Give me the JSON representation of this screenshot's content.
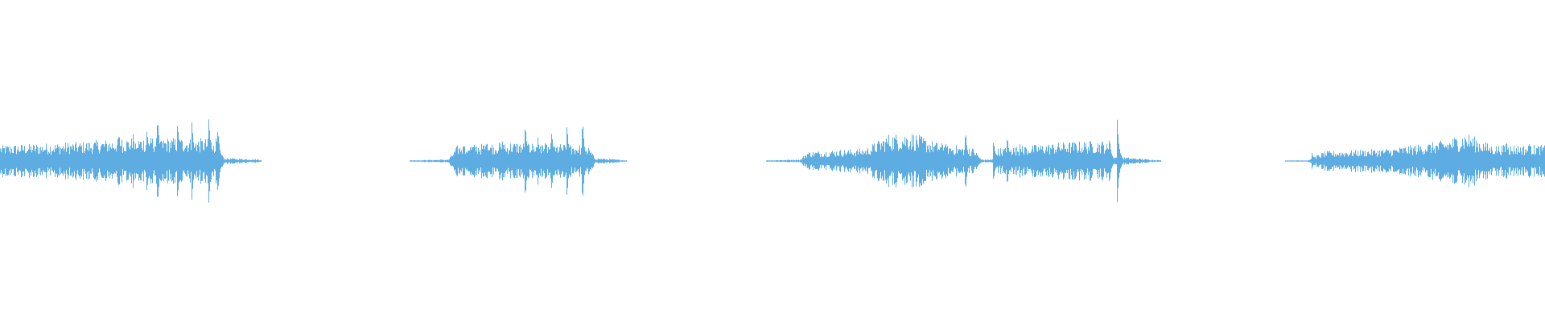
{
  "chart_data": {
    "type": "waveform",
    "color": "#5dade2",
    "background": "#ffffff",
    "axes_visible": false,
    "grid": false,
    "x_range": [
      0,
      1
    ],
    "y_range": [
      -1,
      1
    ],
    "segments": [
      {
        "start": 0.0,
        "end": 0.169,
        "envelope": [
          [
            0.0,
            0.1
          ],
          [
            0.05,
            0.12
          ],
          [
            0.09,
            0.15
          ],
          [
            0.14,
            0.14
          ],
          [
            0.145,
            0.02
          ],
          [
            0.169,
            0.01
          ]
        ],
        "spikes": [
          [
            0.077,
            0.16
          ],
          [
            0.086,
            0.17
          ],
          [
            0.095,
            0.2
          ],
          [
            0.102,
            0.26
          ],
          [
            0.115,
            0.22
          ],
          [
            0.124,
            0.27
          ],
          [
            0.135,
            0.28
          ],
          [
            0.141,
            0.18
          ]
        ]
      },
      {
        "start": 0.265,
        "end": 0.405,
        "envelope": [
          [
            0.265,
            0.005
          ],
          [
            0.29,
            0.01
          ],
          [
            0.296,
            0.1
          ],
          [
            0.33,
            0.12
          ],
          [
            0.38,
            0.1
          ],
          [
            0.385,
            0.02
          ],
          [
            0.405,
            0.005
          ]
        ],
        "spikes": [
          [
            0.3,
            0.1
          ],
          [
            0.315,
            0.12
          ],
          [
            0.325,
            0.14
          ],
          [
            0.34,
            0.2
          ],
          [
            0.348,
            0.16
          ],
          [
            0.357,
            0.17
          ],
          [
            0.367,
            0.21
          ],
          [
            0.377,
            0.23
          ]
        ]
      },
      {
        "start": 0.496,
        "end": 0.751,
        "envelope": [
          [
            0.496,
            0.005
          ],
          [
            0.518,
            0.01
          ],
          [
            0.522,
            0.06
          ],
          [
            0.56,
            0.08
          ],
          [
            0.575,
            0.17
          ],
          [
            0.59,
            0.18
          ],
          [
            0.605,
            0.12
          ],
          [
            0.63,
            0.08
          ],
          [
            0.635,
            0.01
          ],
          [
            0.642,
            0.01
          ],
          [
            0.645,
            0.08
          ],
          [
            0.69,
            0.12
          ],
          [
            0.715,
            0.13
          ],
          [
            0.72,
            0.03
          ],
          [
            0.751,
            0.005
          ]
        ],
        "spikes": [
          [
            0.61,
            0.1
          ],
          [
            0.625,
            0.16
          ],
          [
            0.643,
            0.12
          ],
          [
            0.652,
            0.14
          ],
          [
            0.66,
            0.12
          ],
          [
            0.718,
            0.14
          ],
          [
            0.723,
            0.26
          ]
        ]
      },
      {
        "start": 0.832,
        "end": 1.0,
        "envelope": [
          [
            0.832,
            0.003
          ],
          [
            0.846,
            0.005
          ],
          [
            0.857,
            0.06
          ],
          [
            0.9,
            0.08
          ],
          [
            0.935,
            0.13
          ],
          [
            0.949,
            0.18
          ],
          [
            0.965,
            0.1
          ],
          [
            1.0,
            0.1
          ]
        ],
        "spikes": [
          [
            0.849,
            0.05
          ],
          [
            0.975,
            0.12
          ],
          [
            0.99,
            0.11
          ]
        ]
      }
    ]
  }
}
